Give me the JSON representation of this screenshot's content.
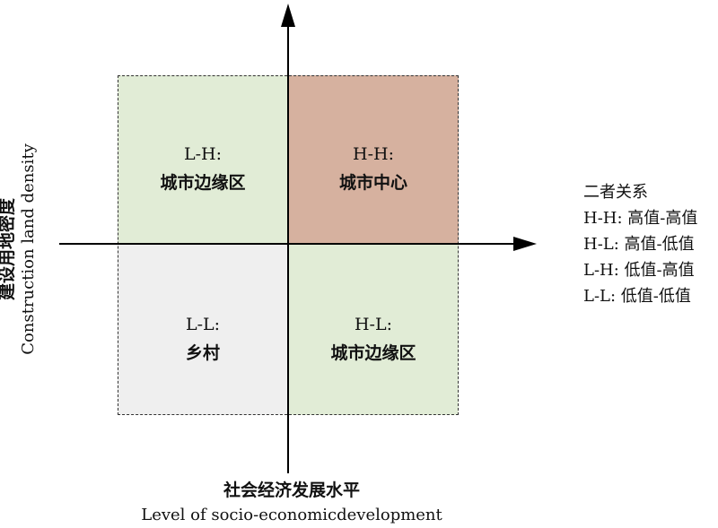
{
  "quadrants": {
    "top_left": {
      "code": "L-H:",
      "name": "城市边缘区",
      "fill": "#e1ecd6"
    },
    "top_right": {
      "code": "H-H:",
      "name": "城市中心",
      "fill": "#d6b19f"
    },
    "bottom_left": {
      "code": "L-L:",
      "name": "乡村",
      "fill": "#efefef"
    },
    "bottom_right": {
      "code": "H-L:",
      "name": "城市边缘区",
      "fill": "#e1ecd6"
    }
  },
  "axes": {
    "x_label_zh": "社会经济发展水平",
    "x_label_en": "Level of socio-economicdevelopment",
    "y_label_zh": "建设用地密度",
    "y_label_en": "Construction land density"
  },
  "legend": {
    "title": "二者关系",
    "items": [
      "H-H: 高值-高值",
      "H-L: 高值-低值",
      "L-H: 低值-高值",
      "L-L: 低值-低值"
    ]
  }
}
